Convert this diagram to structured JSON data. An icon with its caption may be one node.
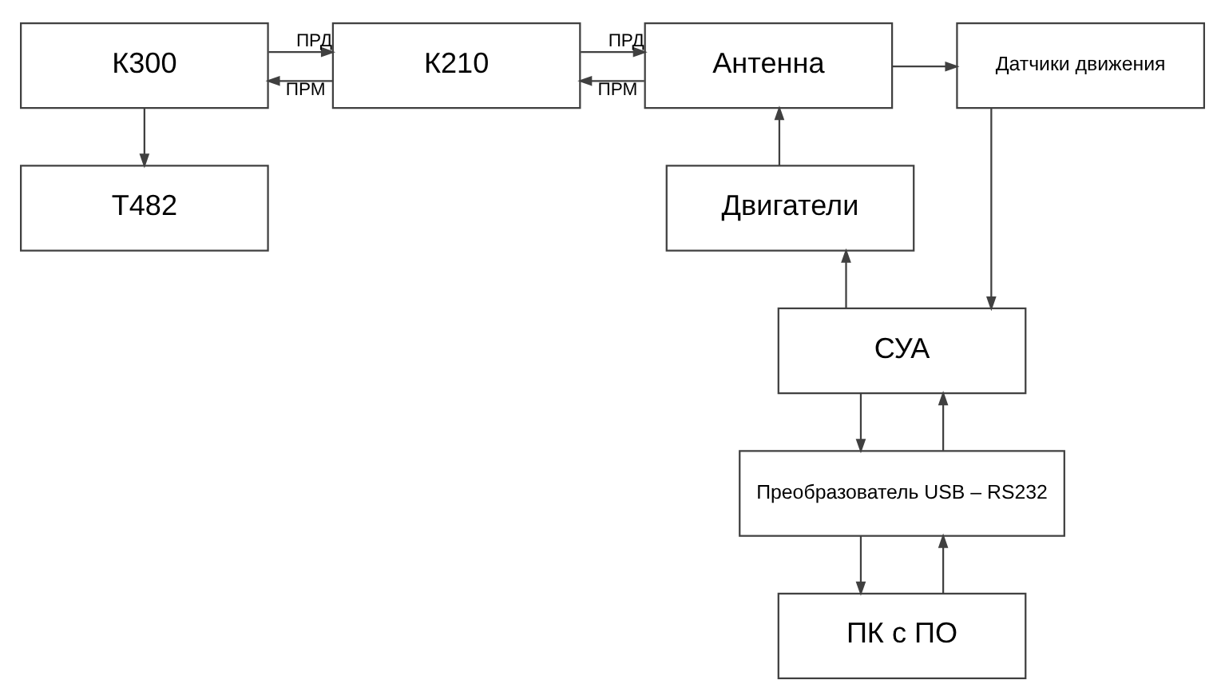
{
  "diagram": {
    "nodes": [
      {
        "text": [
          "К300"
        ]
      },
      {
        "text": [
          "К210"
        ]
      },
      {
        "text": [
          "Антенна"
        ]
      },
      {
        "text": [
          "Датчики движения"
        ]
      },
      {
        "text": [
          "Т482"
        ]
      },
      {
        "text": [
          "Двигатели"
        ]
      },
      {
        "text": [
          "СУА"
        ]
      },
      {
        "text": [
          "Преобразователь USB – RS232"
        ]
      },
      {
        "text": [
          "ПК с ПО"
        ]
      }
    ],
    "edges": [
      {
        "from": 0,
        "to": 1,
        "label": "ПРД",
        "arrow": "to"
      },
      {
        "from": 1,
        "to": 0,
        "label": "ПРМ",
        "arrow": "to"
      },
      {
        "from": 1,
        "to": 2,
        "label": "ПРД",
        "arrow": "to"
      },
      {
        "from": 2,
        "to": 1,
        "label": "ПРМ",
        "arrow": "to"
      },
      {
        "from": 2,
        "to": 3,
        "arrow": "to"
      },
      {
        "from": 0,
        "to": 4,
        "arrow": "to"
      },
      {
        "from": 5,
        "to": 2,
        "arrow": "to"
      },
      {
        "from": 6,
        "to": 5,
        "arrow": "to"
      },
      {
        "from": 3,
        "to": 6,
        "arrow": "to"
      },
      {
        "from": 7,
        "to": 6,
        "arrow": "to"
      },
      {
        "from": 6,
        "to": 7,
        "arrow": "to"
      },
      {
        "from": 8,
        "to": 7,
        "arrow": "to"
      },
      {
        "from": 7,
        "to": 8,
        "arrow": "to"
      }
    ]
  }
}
